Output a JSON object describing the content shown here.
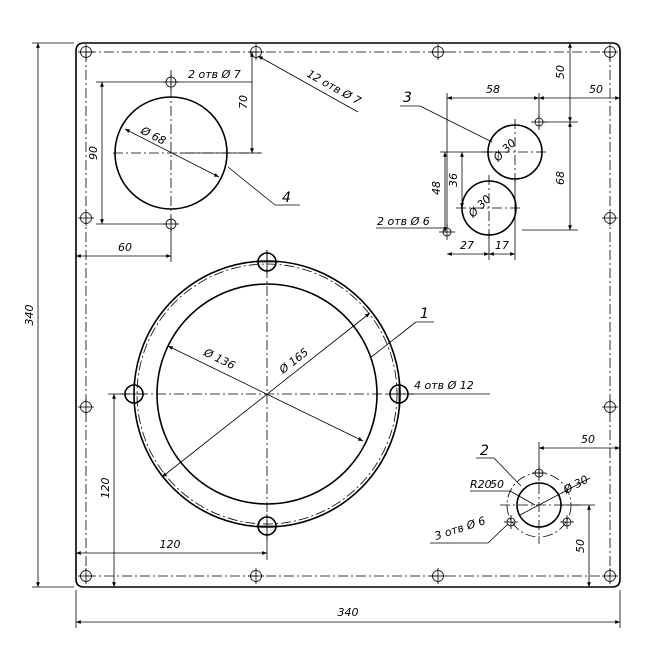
{
  "overall_width": "340",
  "overall_height": "340",
  "callouts": {
    "c1": "1",
    "c2": "2",
    "c3": "3",
    "c4": "4"
  },
  "notes": {
    "top_holes": "2 отв Ø 7",
    "diag_holes": "12 отв Ø 7",
    "small_holes_6": "2 отв Ø 6",
    "big_holes_12": "4 отв Ø 12",
    "bottom_right_holes": "3 отв Ø 6"
  },
  "dims": {
    "d68": "Ø 68",
    "d70": "70",
    "d90": "90",
    "d60": "60",
    "d58": "58",
    "d50_top": "50",
    "d50_right": "50",
    "d30_upper": "Ø 30",
    "d30_lower": "Ø 30",
    "d48": "48",
    "d36": "36",
    "d68_right": "68",
    "d27": "27",
    "d17": "17",
    "d136": "Ø 136",
    "d165": "Ø 165",
    "d120_v": "120",
    "d120_h": "120",
    "d50_br": "50",
    "d30_br": "Ø 30",
    "r2050": "R20",
    "r2050_b": "50",
    "d50_br_v": "50"
  }
}
